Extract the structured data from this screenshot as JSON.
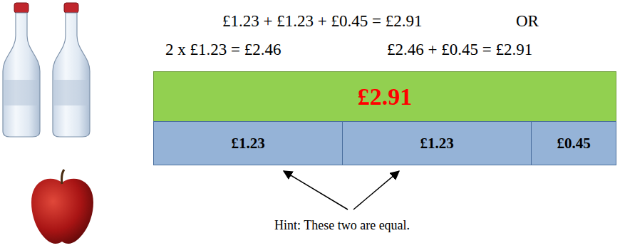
{
  "diagram": {
    "nodes": [
      {
        "text": [
          "£2.91"
        ]
      },
      {
        "text": [
          "£1.23"
        ]
      },
      {
        "text": [
          "£1.23"
        ]
      },
      {
        "text": [
          "£0.45"
        ]
      }
    ],
    "labels": [
      "£1.23 + £1.23 + £0.45 = £2.91",
      "OR",
      "2 x £1.23 = £2.46",
      "£2.46 + £0.45 = £2.91",
      "Hint: These two are equal."
    ]
  }
}
